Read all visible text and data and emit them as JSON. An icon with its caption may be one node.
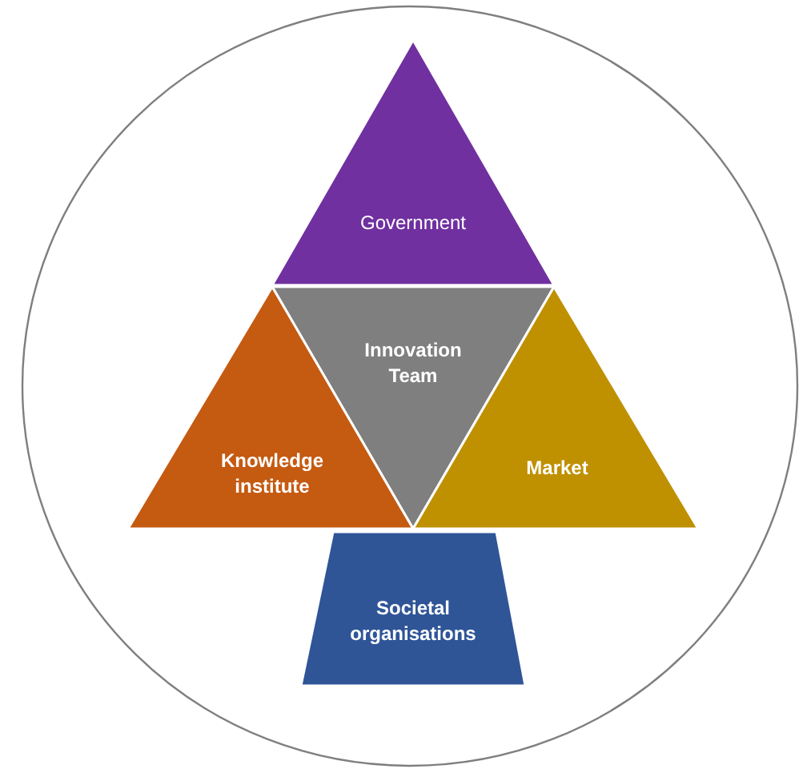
{
  "diagram": {
    "nodes": [
      {
        "text": [],
        "shape": "circle"
      },
      {
        "text": [
          "Government"
        ],
        "in": 0
      },
      {
        "text": [
          "Innovation Team"
        ],
        "in": 0
      },
      {
        "text": [
          "Knowledge institute"
        ],
        "in": 0
      },
      {
        "text": [
          "Market"
        ],
        "in": 0
      },
      {
        "text": [
          "Societal organisations"
        ],
        "in": 0
      }
    ]
  }
}
